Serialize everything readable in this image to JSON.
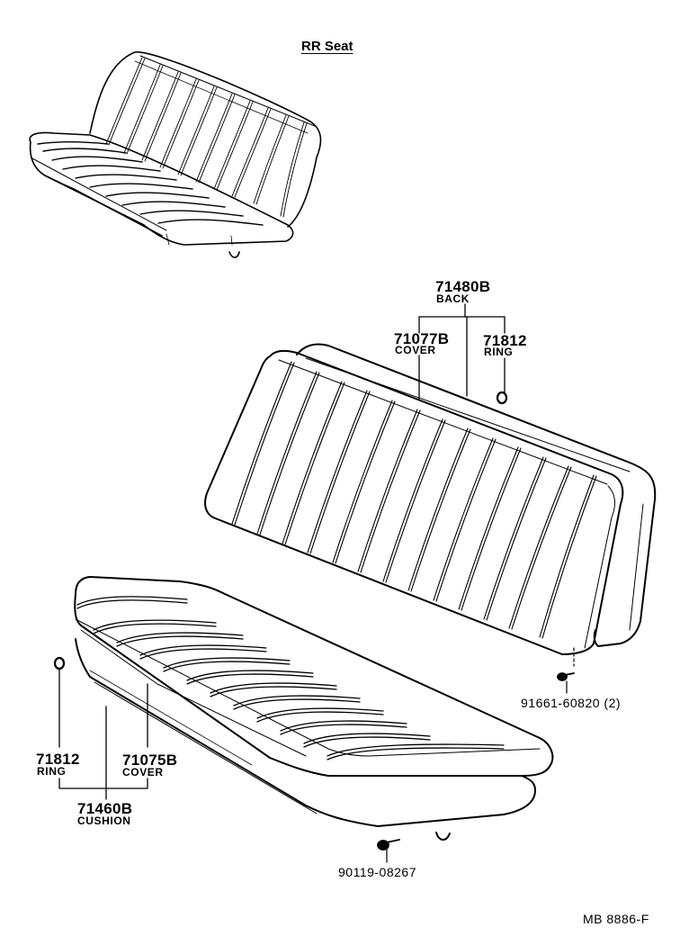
{
  "title": "RR Seat",
  "drawing_code": "MB 8886-F",
  "parts": {
    "back": {
      "number": "71480B",
      "name": "BACK"
    },
    "back_cover": {
      "number": "71077B",
      "name": "COVER"
    },
    "back_ring": {
      "number": "71812",
      "name": "RING"
    },
    "cushion": {
      "number": "71460B",
      "name": "CUSHION"
    },
    "cushion_cover": {
      "number": "71075B",
      "name": "COVER"
    },
    "cushion_ring": {
      "number": "71812",
      "name": "RING"
    },
    "back_bolt": {
      "number": "91661-60820",
      "qty": "(2)"
    },
    "cushion_bolt": {
      "number": "90119-08267"
    }
  }
}
